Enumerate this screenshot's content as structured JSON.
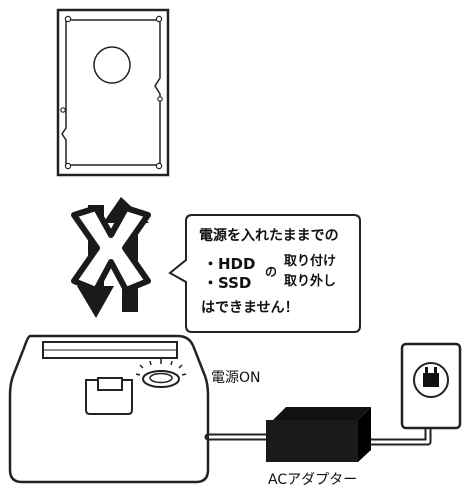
{
  "bubble": {
    "line1": "電源を入れたままでの",
    "hdd": "・HDD",
    "ssd": "・SSD",
    "no": "の",
    "toritsuke": "取り付け",
    "torihazushi": "取り外し",
    "line4": "はできません！"
  },
  "labels": {
    "power_on": "電源ON",
    "ac_adapter": "ACアダプター"
  },
  "icons": {
    "hdd": "hard-drive-icon",
    "arrows": "swap-arrows-icon",
    "prohibited": "cross-x-icon",
    "dock": "docking-station-icon",
    "power_button": "power-button-icon",
    "adapter": "ac-adapter-icon",
    "outlet": "wall-outlet-icon",
    "plug": "plug-icon"
  }
}
